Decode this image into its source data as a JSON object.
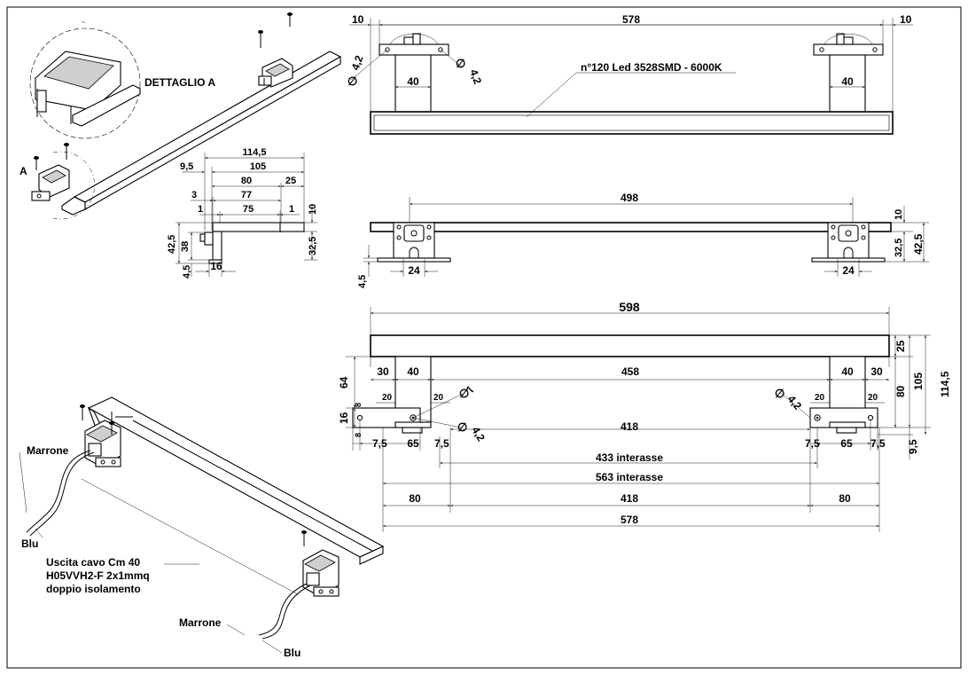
{
  "detail": {
    "title": "DETTAGLIO A",
    "marker": "A"
  },
  "led_spec": "n°120 Led 3528SMD - 6000K",
  "cable": {
    "line1": "Uscita cavo Cm 40",
    "line2": "H05VVH2-F  2x1mmq",
    "line3": "doppio isolamento",
    "wire_brown": "Marrone",
    "wire_blue": "Blu"
  },
  "front": {
    "d_total": "578",
    "d_left_margin": "10",
    "d_right_margin": "10",
    "d_bracket_left": "40",
    "d_bracket_right": "40",
    "d_hole_1": "4,2",
    "d_hole_2": "4,2"
  },
  "side": {
    "d_1145": "114,5",
    "d_95": "9,5",
    "d_105": "105",
    "d_80": "80",
    "d_25": "25",
    "d_3": "3",
    "d_77": "77",
    "d_1a": "1",
    "d_75": "75",
    "d_1b": "1",
    "d_10": "10",
    "d_425": "42,5",
    "d_38": "38",
    "d_325": "32,5",
    "d_45": "4,5",
    "d_16": "16"
  },
  "back": {
    "d_498": "498",
    "d_10": "10",
    "d_325": "32,5",
    "d_425": "42,5",
    "d_45": "4,5",
    "d_24a": "24",
    "d_24b": "24"
  },
  "top": {
    "d_598": "598",
    "d_25": "25",
    "d_30a": "30",
    "d_40a": "40",
    "d_458": "458",
    "d_40b": "40",
    "d_30b": "30",
    "d_80": "80",
    "d_105": "105",
    "d_1145": "114,5",
    "d_64": "64",
    "d_20a": "20",
    "d_20b": "20",
    "d_20c": "20",
    "d_20d": "20",
    "d_8a": "8",
    "d_16": "16",
    "d_8b": "8",
    "d_7": "7",
    "d_42a": "4,2",
    "d_42b": "4,2",
    "d_418a": "418",
    "d_75a": "7,5",
    "d_65a": "65",
    "d_75b": "7,5",
    "d_75c": "7,5",
    "d_65b": "65",
    "d_75d": "7,5",
    "d_95": "9,5",
    "interasse_433": "433  interasse",
    "interasse_563": "563  interasse",
    "d_80a": "80",
    "d_418b": "418",
    "d_80b": "80",
    "d_578": "578"
  }
}
